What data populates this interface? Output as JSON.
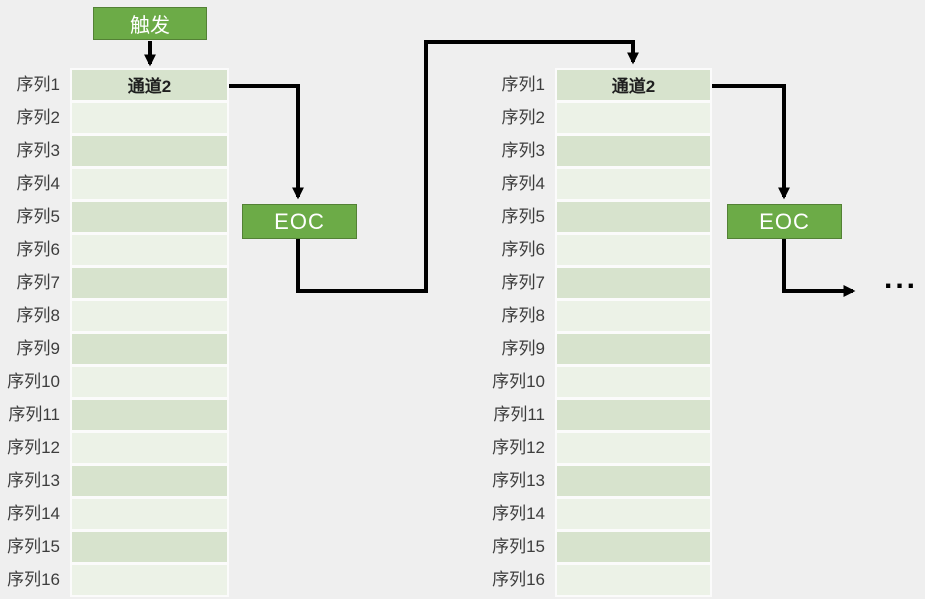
{
  "diagram": {
    "trigger_label": "触发",
    "ellipsis": "...",
    "colors": {
      "background": "#efefef",
      "box_fill": "#6cab47",
      "box_border": "#538135",
      "box_text": "#ffffff",
      "row_odd": "#d7e3cd",
      "row_even": "#ecf2e7",
      "row_gap": "#fbfbfb",
      "label_text": "#3d3d3d",
      "channel_text": "#1f1f1f",
      "arrow": "#000000"
    },
    "groups": [
      {
        "channel_label": "通道2",
        "eoc_label": "EOC",
        "sequence_labels": [
          "序列1",
          "序列2",
          "序列3",
          "序列4",
          "序列5",
          "序列6",
          "序列7",
          "序列8",
          "序列9",
          "序列10",
          "序列11",
          "序列12",
          "序列13",
          "序列14",
          "序列15",
          "序列16"
        ]
      },
      {
        "channel_label": "通道2",
        "eoc_label": "EOC",
        "sequence_labels": [
          "序列1",
          "序列2",
          "序列3",
          "序列4",
          "序列5",
          "序列6",
          "序列7",
          "序列8",
          "序列9",
          "序列10",
          "序列11",
          "序列12",
          "序列13",
          "序列14",
          "序列15",
          "序列16"
        ]
      }
    ]
  }
}
